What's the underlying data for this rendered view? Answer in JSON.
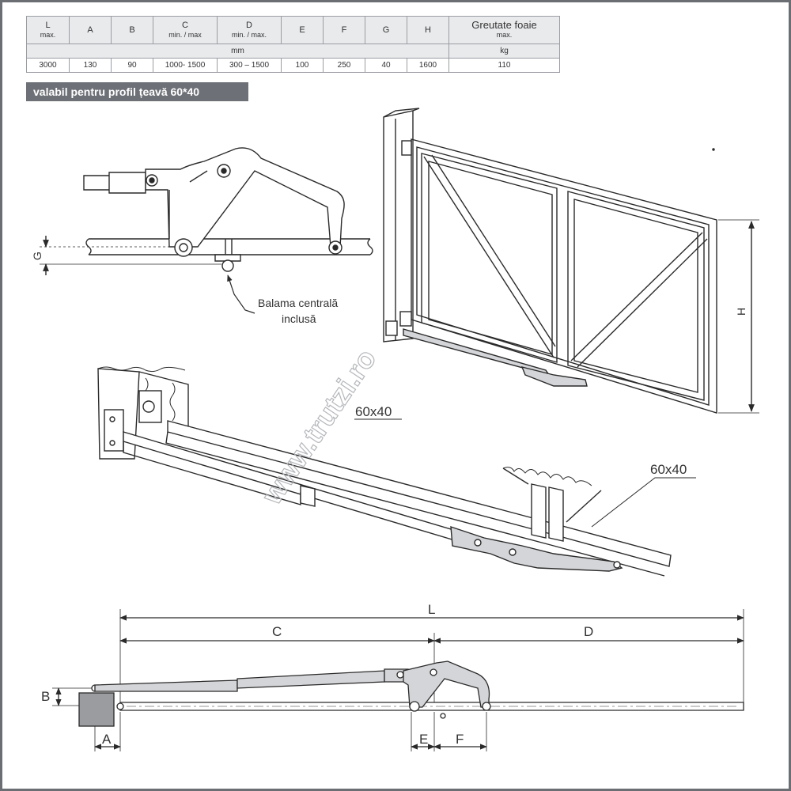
{
  "table": {
    "headers": [
      {
        "label": "L",
        "sub": "max."
      },
      {
        "label": "A",
        "sub": ""
      },
      {
        "label": "B",
        "sub": ""
      },
      {
        "label": "C",
        "sub": "min. / max"
      },
      {
        "label": "D",
        "sub": "min. / max."
      },
      {
        "label": "E",
        "sub": ""
      },
      {
        "label": "F",
        "sub": ""
      },
      {
        "label": "G",
        "sub": ""
      },
      {
        "label": "H",
        "sub": ""
      },
      {
        "label": "Greutate foaie",
        "sub": "max."
      }
    ],
    "unit_mm": "mm",
    "unit_kg": "kg",
    "values": [
      "3000",
      "130",
      "90",
      "1000- 1500",
      "300 – 1500",
      "100",
      "250",
      "40",
      "1600",
      "110"
    ]
  },
  "banner": "valabil pentru profil țeavă 60*40",
  "labels": {
    "hinge_line1": "Balama centrală",
    "hinge_line2": "inclusă",
    "g": "G",
    "h": "H",
    "profile_1": "60x40",
    "profile_2": "60x40",
    "dim_l": "L",
    "dim_c": "C",
    "dim_d": "D",
    "dim_a": "A",
    "dim_b": "B",
    "dim_e": "E",
    "dim_f": "F"
  },
  "watermark": "www.trutzi.ro",
  "colors": {
    "line": "#2a2a2a",
    "arm_fill": "#d4d5d8",
    "banner": "#6d7076",
    "table_header": "#e9eaec"
  }
}
